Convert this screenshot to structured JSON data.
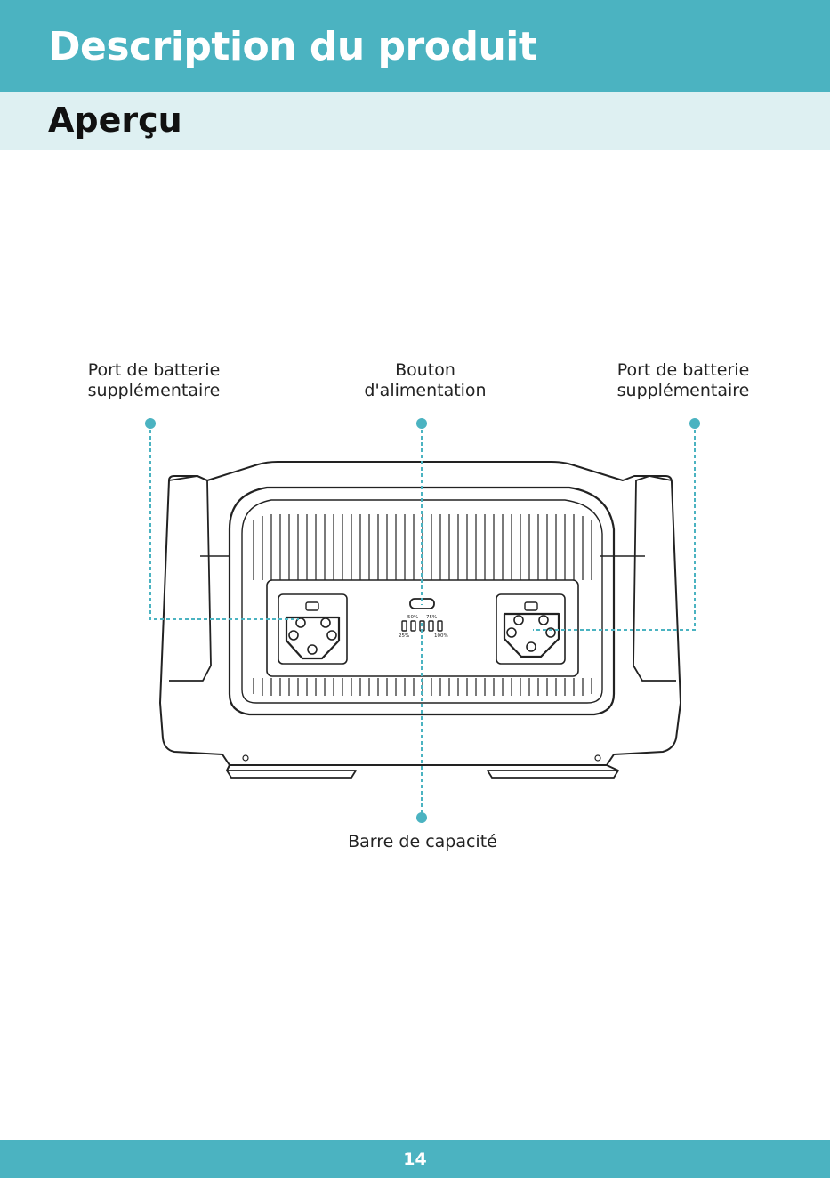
{
  "header": {
    "title": "Description du produit"
  },
  "section": {
    "title": "Aperçu"
  },
  "callouts": {
    "left_port": {
      "line1": "Port de batterie",
      "line2": "supplémentaire"
    },
    "power_button": {
      "line1": "Bouton",
      "line2": "d'alimentation"
    },
    "right_port": {
      "line1": "Port de batterie",
      "line2": "supplémentaire"
    },
    "capacity_bar": {
      "line1": "Barre de capacité"
    }
  },
  "capacity_indicator": {
    "labels": [
      "25%",
      "50%",
      "75%",
      "100%"
    ]
  },
  "footer": {
    "page_number": "14"
  },
  "colors": {
    "accent": "#4bb3c1",
    "sub_bar": "#def0f2",
    "line": "#222222"
  }
}
